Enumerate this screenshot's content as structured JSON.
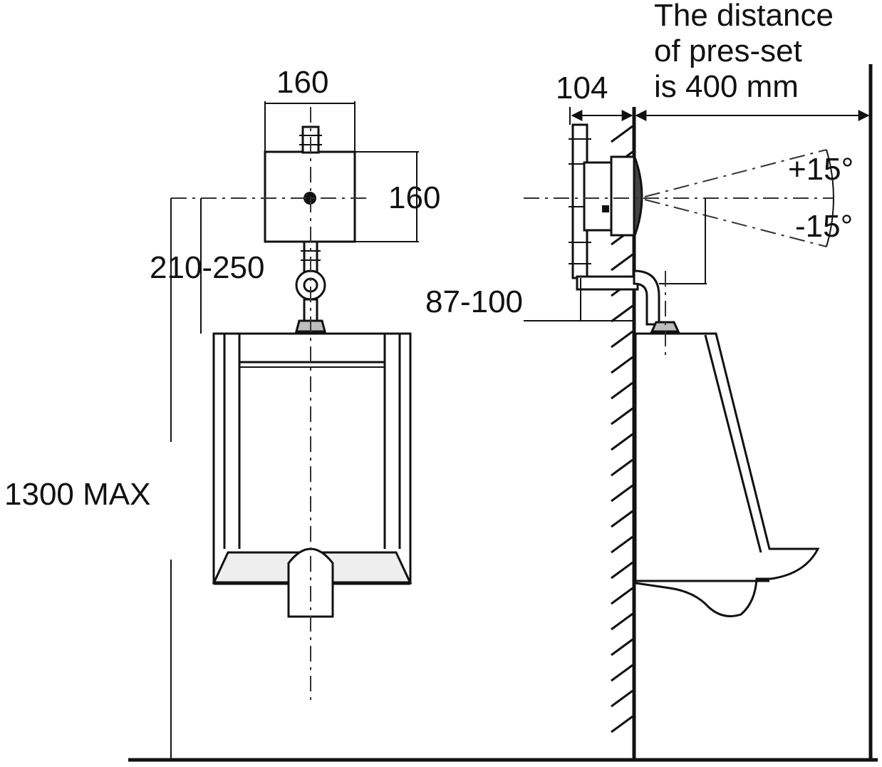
{
  "front_view": {
    "width_label": "160",
    "height_label": "160",
    "range_label": "210-250",
    "max_height_label": "1300 MAX"
  },
  "side_view": {
    "depth_label": "104",
    "distance_label_line1": "The distance",
    "distance_label_line2": "of pres-set",
    "distance_label_line3": "is 400 mm",
    "angle_up_label": "+15°",
    "angle_down_label": "-15°",
    "pipe_offset_label": "87-100"
  },
  "colors": {
    "line": "#111111",
    "background": "#ffffff"
  }
}
